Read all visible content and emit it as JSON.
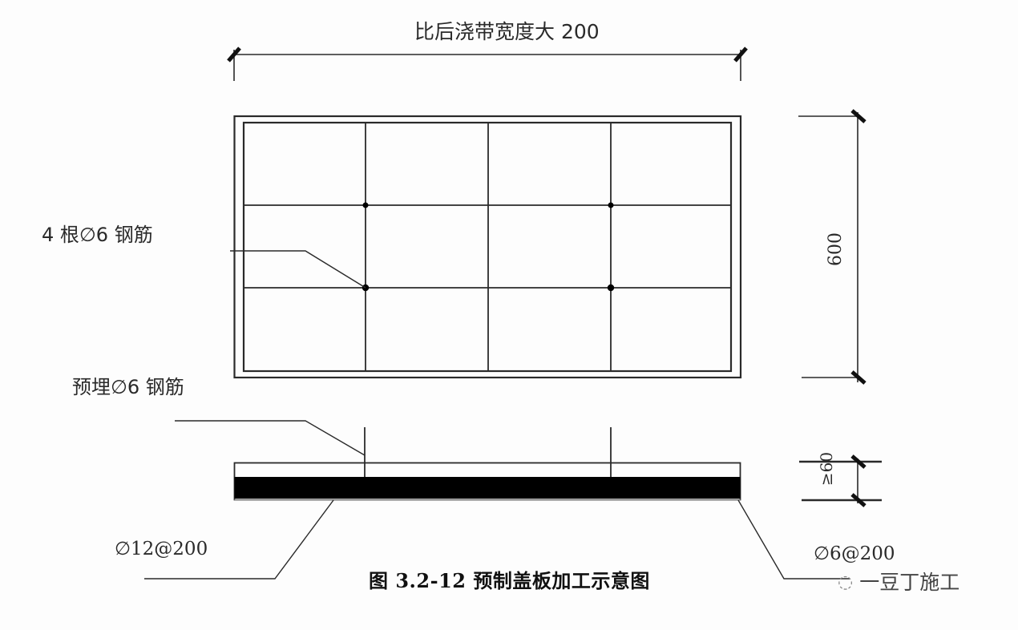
{
  "title": "预制盖板加工示意图",
  "caption": {
    "text": "图 3.2-12  预制盖板加工示意图",
    "figure_number": "3.2-12"
  },
  "dimensions": {
    "top_width_label": "比后浇带宽度大 200",
    "right_height_label": "600",
    "slab_thickness_label": "≥60"
  },
  "annotations": {
    "top_rebar": "4 根∅6 钢筋",
    "embedded_rebar": "预埋∅6 钢筋",
    "bottom_bar_main": "∅12@200",
    "bottom_bar_dist": "∅6@200"
  },
  "watermark": {
    "icon": "wechat-icon",
    "text": "一豆丁施工"
  },
  "colors": {
    "line": "#2a2a2a",
    "fill_black": "#000000",
    "background": "#fdfdfd"
  },
  "plan_view": {
    "grid_columns": 4,
    "grid_rows": 3,
    "rebar_points": 4
  }
}
